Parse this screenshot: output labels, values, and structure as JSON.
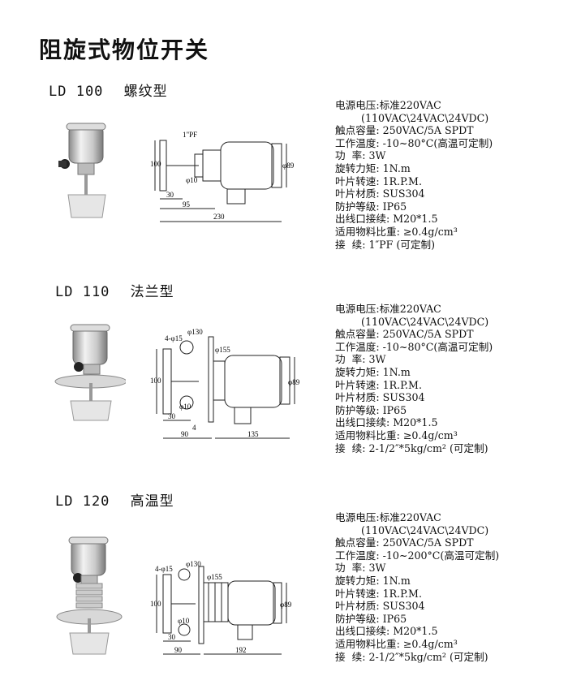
{
  "page_title": "阻旋式物位开关",
  "models": [
    {
      "model": "LD 100",
      "type": "螺纹型",
      "drawing": {
        "height": "100",
        "thread": "1\"PF",
        "shaft_dia": "φ10",
        "flange_dia": "",
        "body_dia": "φ89",
        "tip_len": "30",
        "insert_len": "95",
        "total_len": "230"
      },
      "specs": [
        "电源电压:标准220VAC",
        "        (110VAC\\24VAC\\24VDC)",
        "触点容量: 250VAC/5A SPDT",
        "工作温度: -10~80°C(高温可定制)",
        "功  率: 3W",
        "旋转力矩: 1N.m",
        "叶片转速: 1R.P.M.",
        "叶片材质: SUS304",
        "防护等级: IP65",
        "出线口接续: M20*1.5",
        "适用物料比重: ≥0.4g/cm³",
        "接  续: 1″PF (可定制)"
      ]
    },
    {
      "model": "LD 110",
      "type": "法兰型",
      "drawing": {
        "height": "100",
        "holes": "4-φ15",
        "pcd": "φ130",
        "flange_dia": "φ155",
        "shaft_dia": "φ10",
        "body_dia": "φ89",
        "tip_len": "30",
        "insert_len": "90",
        "flange_t": "4",
        "total_len": "135"
      },
      "specs": [
        "电源电压:标准220VAC",
        "        (110VAC\\24VAC\\24VDC)",
        "触点容量: 250VAC/5A SPDT",
        "工作温度: -10~80°C(高温可定制)",
        "功  率: 3W",
        "旋转力矩: 1N.m",
        "叶片转速: 1R.P.M.",
        "叶片材质: SUS304",
        "防护等级: IP65",
        "出线口接续: M20*1.5",
        "适用物料比重: ≥0.4g/cm³",
        "接  续: 2-1/2″*5kg/cm² (可定制)"
      ]
    },
    {
      "model": "LD 120",
      "type": "高温型",
      "drawing": {
        "height": "100",
        "holes": "4-φ15",
        "pcd": "φ130",
        "flange_dia": "φ155",
        "shaft_dia": "φ10",
        "body_dia": "φ89",
        "tip_len": "30",
        "insert_len": "90",
        "total_len": "192"
      },
      "specs": [
        "电源电压:标准220VAC",
        "        (110VAC\\24VAC\\24VDC)",
        "触点容量: 250VAC/5A SPDT",
        "工作温度: -10~200°C(高温可定制)",
        "功  率: 3W",
        "旋转力矩: 1N.m",
        "叶片转速: 1R.P.M.",
        "叶片材质: SUS304",
        "防护等级: IP65",
        "出线口接续: M20*1.5",
        "适用物料比重: ≥0.4g/cm³",
        "接  续: 2-1/2″*5kg/cm² (可定制)"
      ]
    }
  ]
}
